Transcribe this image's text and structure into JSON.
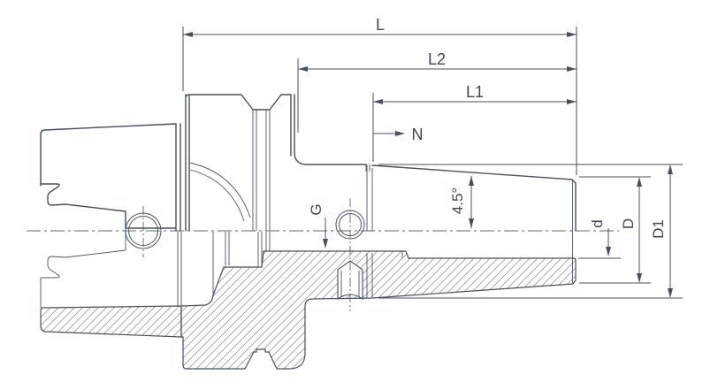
{
  "drawing": {
    "kind": "technical-drawing",
    "subject": "shrink-fit tool holder half-section",
    "background": "#ffffff",
    "line_color": "#46505e",
    "thin_line_color": "#5a6472",
    "hatch_color": "#98a1ac",
    "dim_color": "#46505e",
    "text_color": "#3d4856"
  },
  "dims": {
    "L": "L",
    "L2": "L2",
    "L1": "L1",
    "N": "N",
    "G": "G",
    "angle": "4.5°",
    "d": "d",
    "D": "D",
    "D1": "D1"
  }
}
